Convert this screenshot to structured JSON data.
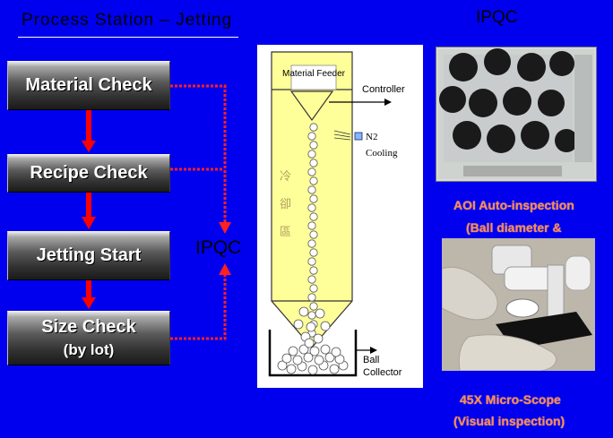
{
  "title": "Process Station – Jetting",
  "colors": {
    "background": "#0000ee",
    "arrow": "#ff0000",
    "caption": "#ff8a4d",
    "tower": "#ffff99"
  },
  "steps": [
    {
      "label": "Material Check",
      "sub": ""
    },
    {
      "label": "Recipe Check",
      "sub": ""
    },
    {
      "label": "Jetting Start",
      "sub": ""
    },
    {
      "label": "Size Check",
      "sub": "(by lot)"
    }
  ],
  "ipqc_label": "IPQC",
  "ipqc_heading": "IPQC",
  "diagram": {
    "feeder": "Material Feeder",
    "controller": "Controller",
    "n2": "N2",
    "cooling": "Cooling",
    "chinese_chars": [
      "冷",
      "卻",
      "區"
    ],
    "ball": "Ball",
    "collector": "Collector"
  },
  "captions": {
    "aoi_line1": "AOI Auto-inspection",
    "aoi_line2": "(Ball diameter &",
    "micro_line1": "45X Micro-Scope",
    "micro_line2": "(Visual inspection)"
  }
}
